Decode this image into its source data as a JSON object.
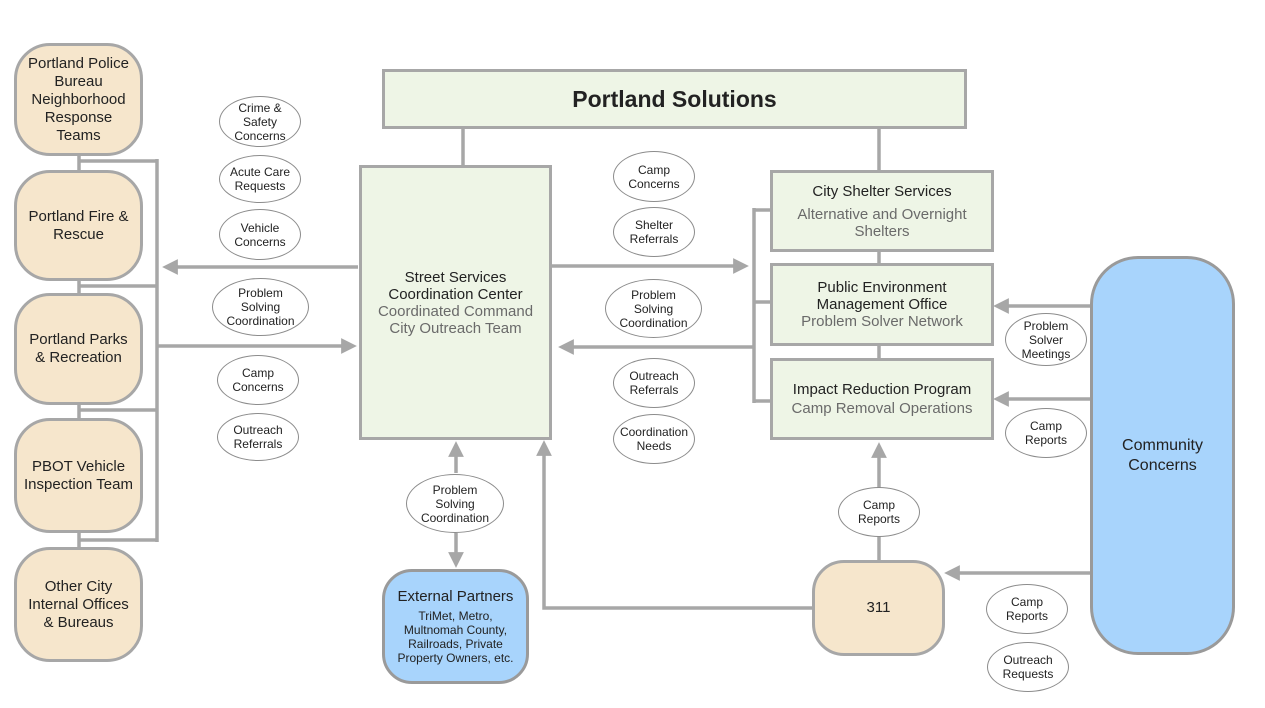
{
  "title": "Portland Solutions",
  "departments": [
    "Portland Police Bureau Neighborhood Response Teams",
    "Portland Fire & Rescue",
    "Portland Parks & Recreation",
    "PBOT Vehicle Inspection Team",
    "Other City Internal Offices & Bureaus"
  ],
  "center": {
    "title": "Street Services Coordination Center",
    "subtitle": "Coordinated Command City Outreach Team"
  },
  "services": [
    {
      "title": "City Shelter Services",
      "subtitle": "Alternative and Overnight Shelters"
    },
    {
      "title": "Public Environment Management Office",
      "subtitle": "Problem Solver Network"
    },
    {
      "title": "Impact Reduction Program",
      "subtitle": "Camp Removal Operations"
    }
  ],
  "community": "Community Concerns",
  "external": {
    "title": "External Partners",
    "subtitle": "TriMet, Metro, Multnomah County, Railroads, Private Property Owners, etc."
  },
  "box_311": "311",
  "labels": {
    "crime": "Crime &\nSafety\nConcerns",
    "acute": "Acute Care\nRequests",
    "vehicle": "Vehicle\nConcerns",
    "problem_left": "Problem\nSolving\nCoordination",
    "camp_left": "Camp\nConcerns",
    "outreach_left": "Outreach\nReferrals",
    "camp_mid": "Camp\nConcerns",
    "shelter_mid": "Shelter\nReferrals",
    "problem_mid": "Problem\nSolving\nCoordination",
    "outreach_mid": "Outreach\nReferrals",
    "coord_mid": "Coordination\nNeeds",
    "problem_bottom": "Problem\nSolving\nCoordination",
    "camp_reports_up": "Camp\nReports",
    "problem_solver": "Problem\nSolver\nMeetings",
    "camp_reports_right": "Camp\nReports",
    "camp_reports_bottom": "Camp\nReports",
    "outreach_requests": "Outreach\nRequests"
  }
}
